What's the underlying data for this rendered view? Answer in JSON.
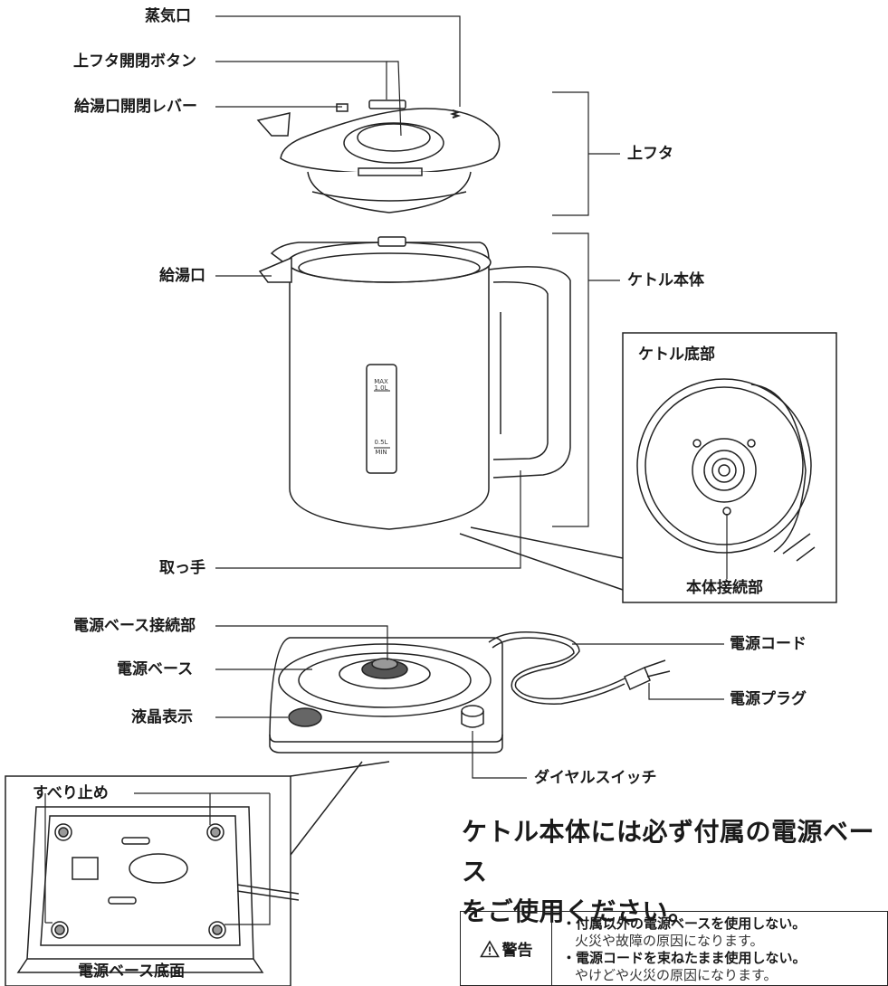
{
  "labels": {
    "steam_vent": "蒸気口",
    "lid_button": "上フタ開閉ボタン",
    "spout_lever": "給湯口開閉レバー",
    "lid": "上フタ",
    "spout": "給湯口",
    "kettle_body": "ケトル本体",
    "kettle_bottom": "ケトル底部",
    "body_connector": "本体接続部",
    "handle": "取っ手",
    "base_connector": "電源ベース接続部",
    "power_base": "電源ベース",
    "lcd": "液晶表示",
    "power_cord": "電源コード",
    "power_plug": "電源プラグ",
    "dial_switch": "ダイヤルスイッチ",
    "non_slip": "すべり止め",
    "base_bottom": "電源ベース底面"
  },
  "gauge": {
    "max": "MAX",
    "max_val": "1.0L",
    "min_val": "0.5L",
    "min": "MIN"
  },
  "heading": {
    "line1": "ケトル本体には必ず付属の電源ベース",
    "line2": "をご使用ください。"
  },
  "warning": {
    "title": "警告",
    "items": [
      {
        "head": "・付属以外の電源ベースを使用しない。",
        "detail": "火災や故障の原因になります。"
      },
      {
        "head": "・電源コードを束ねたまま使用しない。",
        "detail": "やけどや火災の原因になります。"
      }
    ]
  }
}
